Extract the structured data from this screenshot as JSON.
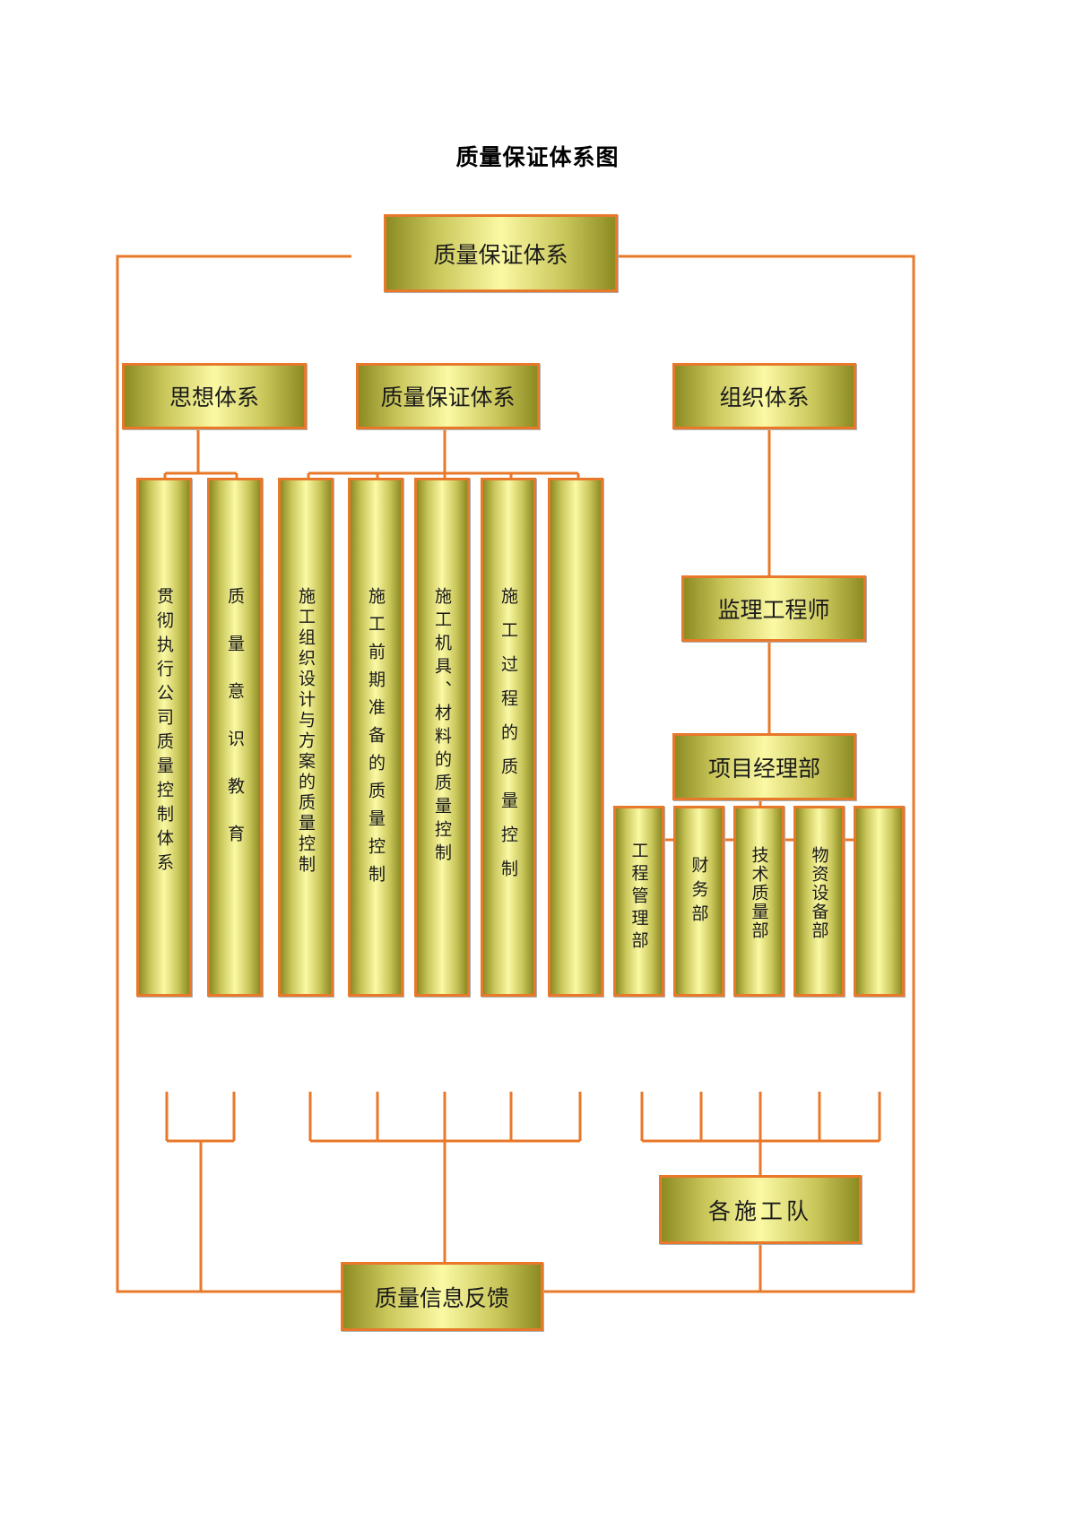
{
  "title": "质量保证体系图",
  "colors": {
    "line": "#e8782a",
    "border": "#e8782a",
    "fill_dark": "#8c8b22",
    "fill_light": "#fbf9a4"
  },
  "nodes": {
    "top": "质量保证体系",
    "thought": "思想体系",
    "quality": "质量保证体系",
    "organization": "组织体系",
    "supervisor": "监理工程师",
    "project_dept": "项目经理部",
    "teams": "各施工队",
    "feedback": "质量信息反馈"
  },
  "thought_columns": [
    "贯彻执行公司质量控制体系",
    "质量意识教育"
  ],
  "quality_columns": [
    "施工组织设计与方案的质量控制",
    "施工前期准备的质量控制",
    "施工机具、材料的质量控制",
    "施工过程的质量控制",
    ""
  ],
  "department_columns": [
    "工程管理部",
    "财务部",
    "技术质量部",
    "物资设备部",
    ""
  ]
}
